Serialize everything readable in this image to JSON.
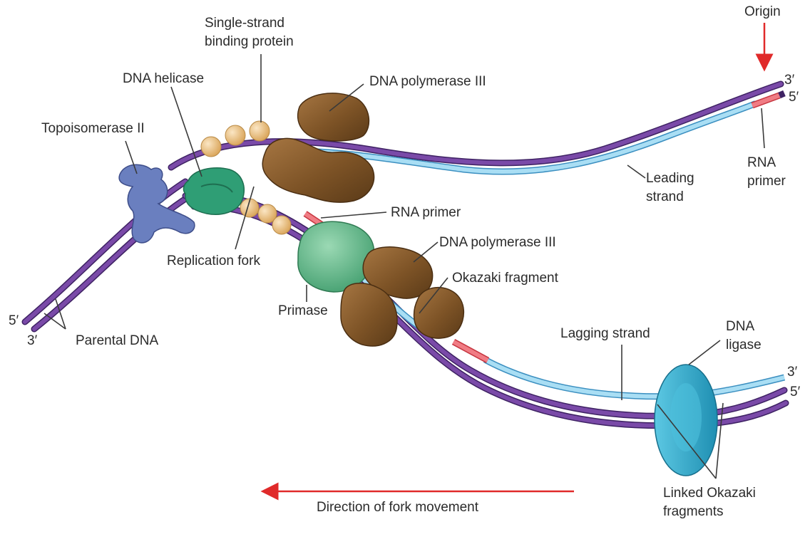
{
  "labels": {
    "origin": "Origin",
    "ssb_line1": "Single-strand",
    "ssb_line2": "binding protein",
    "helicase": "DNA helicase",
    "pol3_top": "DNA polymerase III",
    "topo": "Topoisomerase II",
    "leading_line1": "Leading",
    "leading_line2": "strand",
    "rna_primer_right_line1": "RNA",
    "rna_primer_right_line2": "primer",
    "rna_primer_mid": "RNA primer",
    "pol3_bottom": "DNA polymerase III",
    "okazaki": "Okazaki fragment",
    "replication_fork": "Replication fork",
    "primase": "Primase",
    "parental_dna": "Parental DNA",
    "lagging": "Lagging strand",
    "ligase_line1": "DNA",
    "ligase_line2": "ligase",
    "linked_line1": "Linked Okazaki",
    "linked_line2": "fragments",
    "direction": "Direction of fork movement"
  },
  "strand_ends": {
    "top_right_3": "3′",
    "top_right_5": "5′",
    "left_5": "5′",
    "left_3": "3′",
    "bottom_right_3": "3′",
    "bottom_right_5": "5′"
  },
  "colors": {
    "parental_strand": "#6b3f95",
    "new_strand": "#8fd1ef",
    "rna_primer": "#e8525a",
    "polymerase": "#7d5326",
    "helicase": "#2f9e75",
    "primase": "#5fb98a",
    "ssb": "#e7b770",
    "topoisomerase": "#5d72b6",
    "ligase": "#2aa9c9",
    "arrow": "#e02a2a"
  }
}
